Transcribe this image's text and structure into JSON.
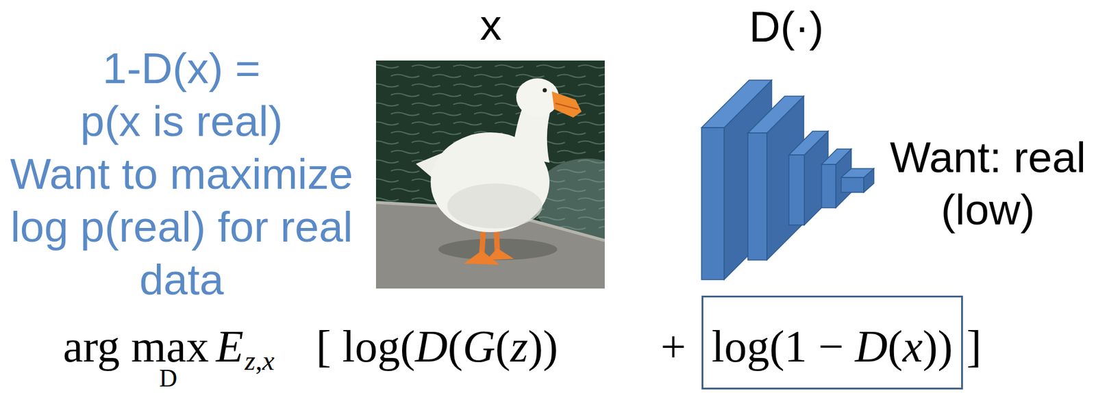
{
  "diagram": {
    "nodes": [
      {
        "text": [
          "log(1 − D(x))"
        ]
      }
    ],
    "labels": [
      "1-D(x) = p(x is real) Want to maximize log p(real) for real data",
      "x",
      "D(·)",
      "Want: real (low)",
      "arg max",
      "D",
      "E",
      "z,x",
      "[ log(D(G(z))",
      "+",
      "]"
    ]
  }
}
